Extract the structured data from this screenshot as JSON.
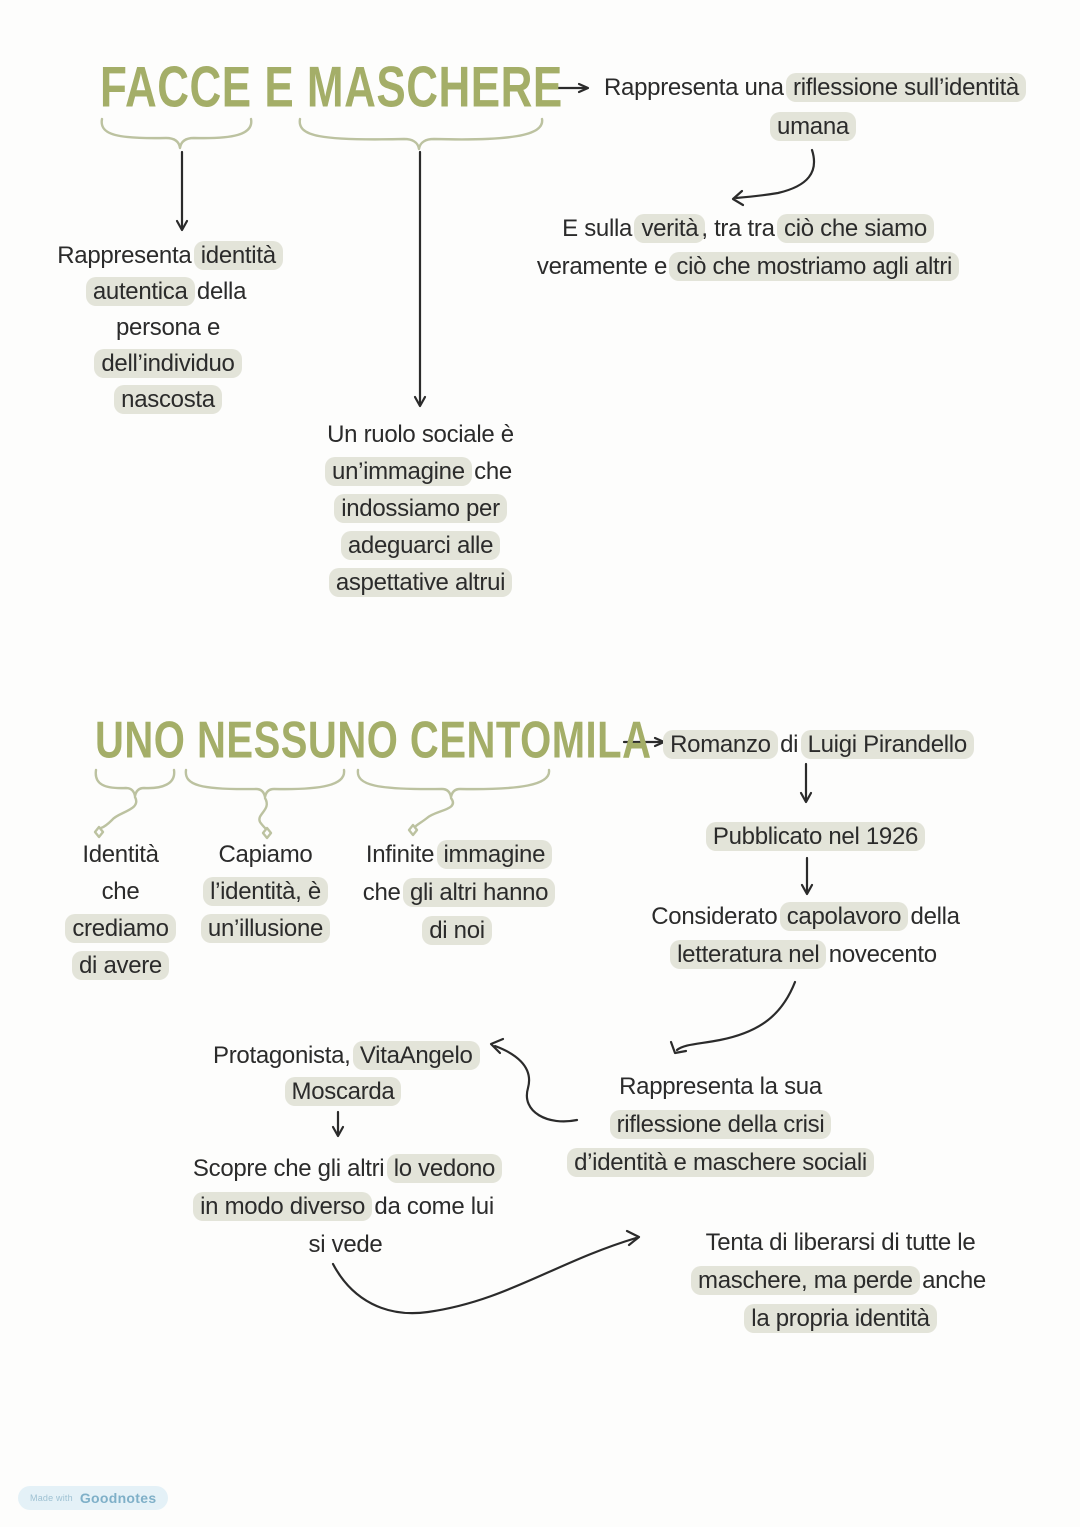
{
  "colors": {
    "paper": "#fdfdfc",
    "ink": "#2b2b2b",
    "title_green": "#a4ae68",
    "brace": "#bcc2a0",
    "hl": "#e3e4d9",
    "badge_bg": "#e4f1f7",
    "badge_made": "#9fc2d3",
    "badge_brand": "#7fb0c8"
  },
  "map_top": {
    "title": "FACCE E MASCHERE",
    "nodes": {
      "riflessione": [
        [
          {
            "t": "Rappresenta una "
          },
          {
            "t": "riflessione sull’identità",
            "h": true
          }
        ],
        [
          {
            "t": "umana",
            "h": true
          }
        ]
      ],
      "verita": [
        [
          {
            "t": "E sulla "
          },
          {
            "t": "verità",
            "h": true
          },
          {
            "t": ", tra tra "
          },
          {
            "t": "ciò che siamo",
            "h": true
          }
        ],
        [
          {
            "t": "veramente e "
          },
          {
            "t": "ciò che mostriamo agli altri",
            "h": true
          }
        ]
      ],
      "autentica": [
        [
          {
            "t": "Rappresenta "
          },
          {
            "t": "identità",
            "h": true
          }
        ],
        [
          {
            "t": "autentica",
            "h": true
          },
          {
            "t": " della"
          }
        ],
        [
          {
            "t": "persona e"
          }
        ],
        [
          {
            "t": "dell’individuo",
            "h": true
          }
        ],
        [
          {
            "t": "nascosta",
            "h": true
          }
        ]
      ],
      "ruolo": [
        [
          {
            "t": "Un ruolo sociale è"
          }
        ],
        [
          {
            "t": "un’immagine",
            "h": true
          },
          {
            "t": " che"
          }
        ],
        [
          {
            "t": "indossiamo per",
            "h": true
          }
        ],
        [
          {
            "t": "adeguarci alle",
            "h": true
          }
        ],
        [
          {
            "t": "aspettative altrui",
            "h": true
          }
        ]
      ]
    }
  },
  "map_bottom": {
    "title": "UNO NESSUNO CENTOMILA",
    "nodes": {
      "romanzo": [
        [
          {
            "t": "Romanzo",
            "h": true
          },
          {
            "t": " di "
          },
          {
            "t": "Luigi Pirandello",
            "h": true
          }
        ]
      ],
      "pubblicato": [
        [
          {
            "t": "Pubblicato nel 1926",
            "h": true
          }
        ]
      ],
      "capolavoro": [
        [
          {
            "t": "Considerato "
          },
          {
            "t": "capolavoro",
            "h": true
          },
          {
            "t": " della"
          }
        ],
        [
          {
            "t": "letteratura nel",
            "h": true
          },
          {
            "t": " novecento"
          }
        ]
      ],
      "crediamo": [
        [
          {
            "t": "Identità"
          }
        ],
        [
          {
            "t": "che"
          }
        ],
        [
          {
            "t": "crediamo",
            "h": true
          }
        ],
        [
          {
            "t": "di avere",
            "h": true
          }
        ]
      ],
      "capiamo": [
        [
          {
            "t": "Capiamo"
          }
        ],
        [
          {
            "t": "l’identità, è",
            "h": true
          }
        ],
        [
          {
            "t": "un’illusione",
            "h": true
          }
        ]
      ],
      "infinite": [
        [
          {
            "t": "Infinite "
          },
          {
            "t": "immagine",
            "h": true
          }
        ],
        [
          {
            "t": "che "
          },
          {
            "t": "gli altri hanno",
            "h": true
          }
        ],
        [
          {
            "t": "di noi",
            "h": true
          }
        ]
      ],
      "protagonista": [
        [
          {
            "t": "Protagonista, "
          },
          {
            "t": "VitaAngelo",
            "h": true
          }
        ],
        [
          {
            "t": "Moscarda",
            "h": true
          }
        ]
      ],
      "scopre": [
        [
          {
            "t": "Scopre che gli altri "
          },
          {
            "t": "lo vedono",
            "h": true
          }
        ],
        [
          {
            "t": "in modo diverso",
            "h": true
          },
          {
            "t": " da come lui"
          }
        ],
        [
          {
            "t": "si vede"
          }
        ]
      ],
      "crisi": [
        [
          {
            "t": "Rappresenta la sua"
          }
        ],
        [
          {
            "t": "riflessione della crisi",
            "h": true
          }
        ],
        [
          {
            "t": "d’identità e maschere sociali",
            "h": true
          }
        ]
      ],
      "tenta": [
        [
          {
            "t": "Tenta di liberarsi di tutte le"
          }
        ],
        [
          {
            "t": "maschere, ma perde",
            "h": true
          },
          {
            "t": " anche"
          }
        ],
        [
          {
            "t": "la propria identità",
            "h": true
          }
        ]
      ]
    }
  },
  "badge": {
    "made_with": "Made with",
    "brand": "Goodnotes"
  }
}
